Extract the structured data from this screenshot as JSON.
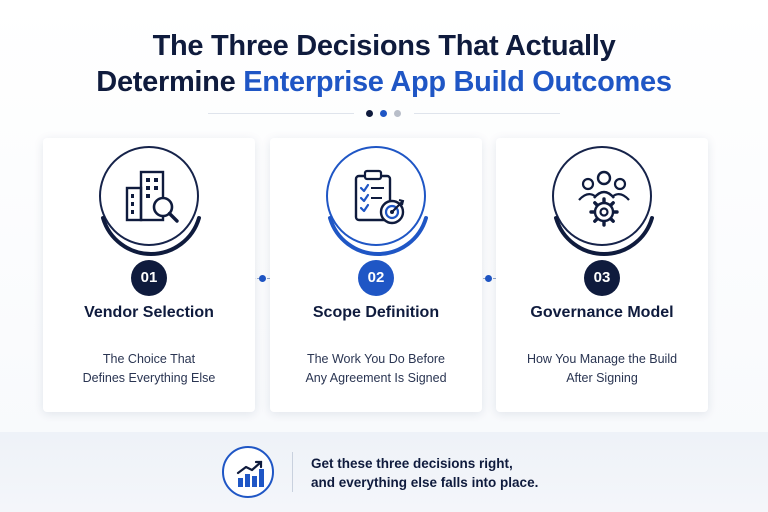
{
  "header": {
    "title_line1": "The Three Decisions That Actually",
    "title_line2_plain": "Determine ",
    "title_line2_accent": "Enterprise App Build Outcomes"
  },
  "colors": {
    "navy": "#0f1b3d",
    "accent": "#1f56c5",
    "dot_inactive": "#b8bec9"
  },
  "steps": [
    {
      "number": "01",
      "title": "Vendor Selection",
      "subtitle_line1": "The Choice That",
      "subtitle_line2": "Defines Everything Else",
      "icon": "building-search-icon"
    },
    {
      "number": "02",
      "title": "Scope Definition",
      "subtitle_line1": "The Work You Do Before",
      "subtitle_line2": "Any Agreement Is Signed",
      "icon": "clipboard-target-icon"
    },
    {
      "number": "03",
      "title": "Governance Model",
      "subtitle_line1": "How You Manage the Build",
      "subtitle_line2": "After Signing",
      "icon": "team-gear-icon"
    }
  ],
  "footer": {
    "line1": "Get these three decisions right,",
    "line2": "and everything else falls into place.",
    "icon": "growth-chart-icon"
  }
}
